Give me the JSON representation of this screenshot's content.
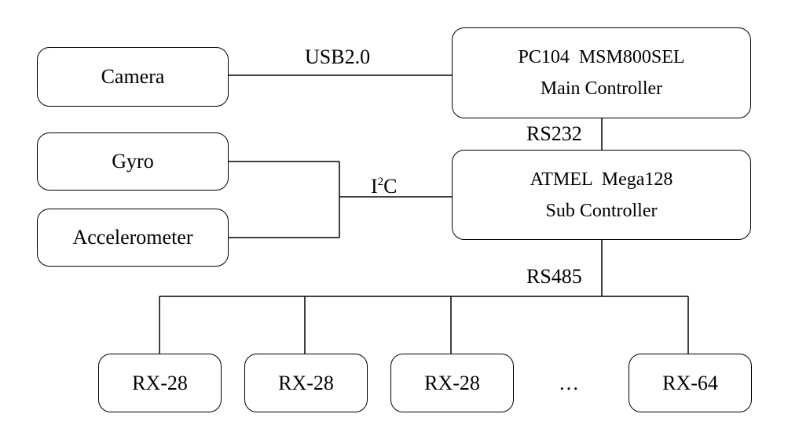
{
  "boxes": {
    "camera": {
      "label": "Camera"
    },
    "gyro": {
      "label": "Gyro"
    },
    "accelerometer": {
      "label": "Accelerometer"
    },
    "main_controller": {
      "line1": "PC104  MSM800SEL",
      "line2": "Main Controller"
    },
    "sub_controller": {
      "line1": "ATMEL  Mega128",
      "line2": "Sub Controller"
    },
    "servos": [
      {
        "label": "RX-28"
      },
      {
        "label": "RX-28"
      },
      {
        "label": "RX-28"
      },
      {
        "label": "RX-64"
      }
    ]
  },
  "links": {
    "usb": "USB2.0",
    "rs232": "RS232",
    "i2c_base": "I",
    "i2c_sup": "2",
    "i2c_tail": "C",
    "rs485": "RS485",
    "ellipsis": "…"
  },
  "colors": {
    "stroke": "#000000",
    "background": "#ffffff"
  }
}
